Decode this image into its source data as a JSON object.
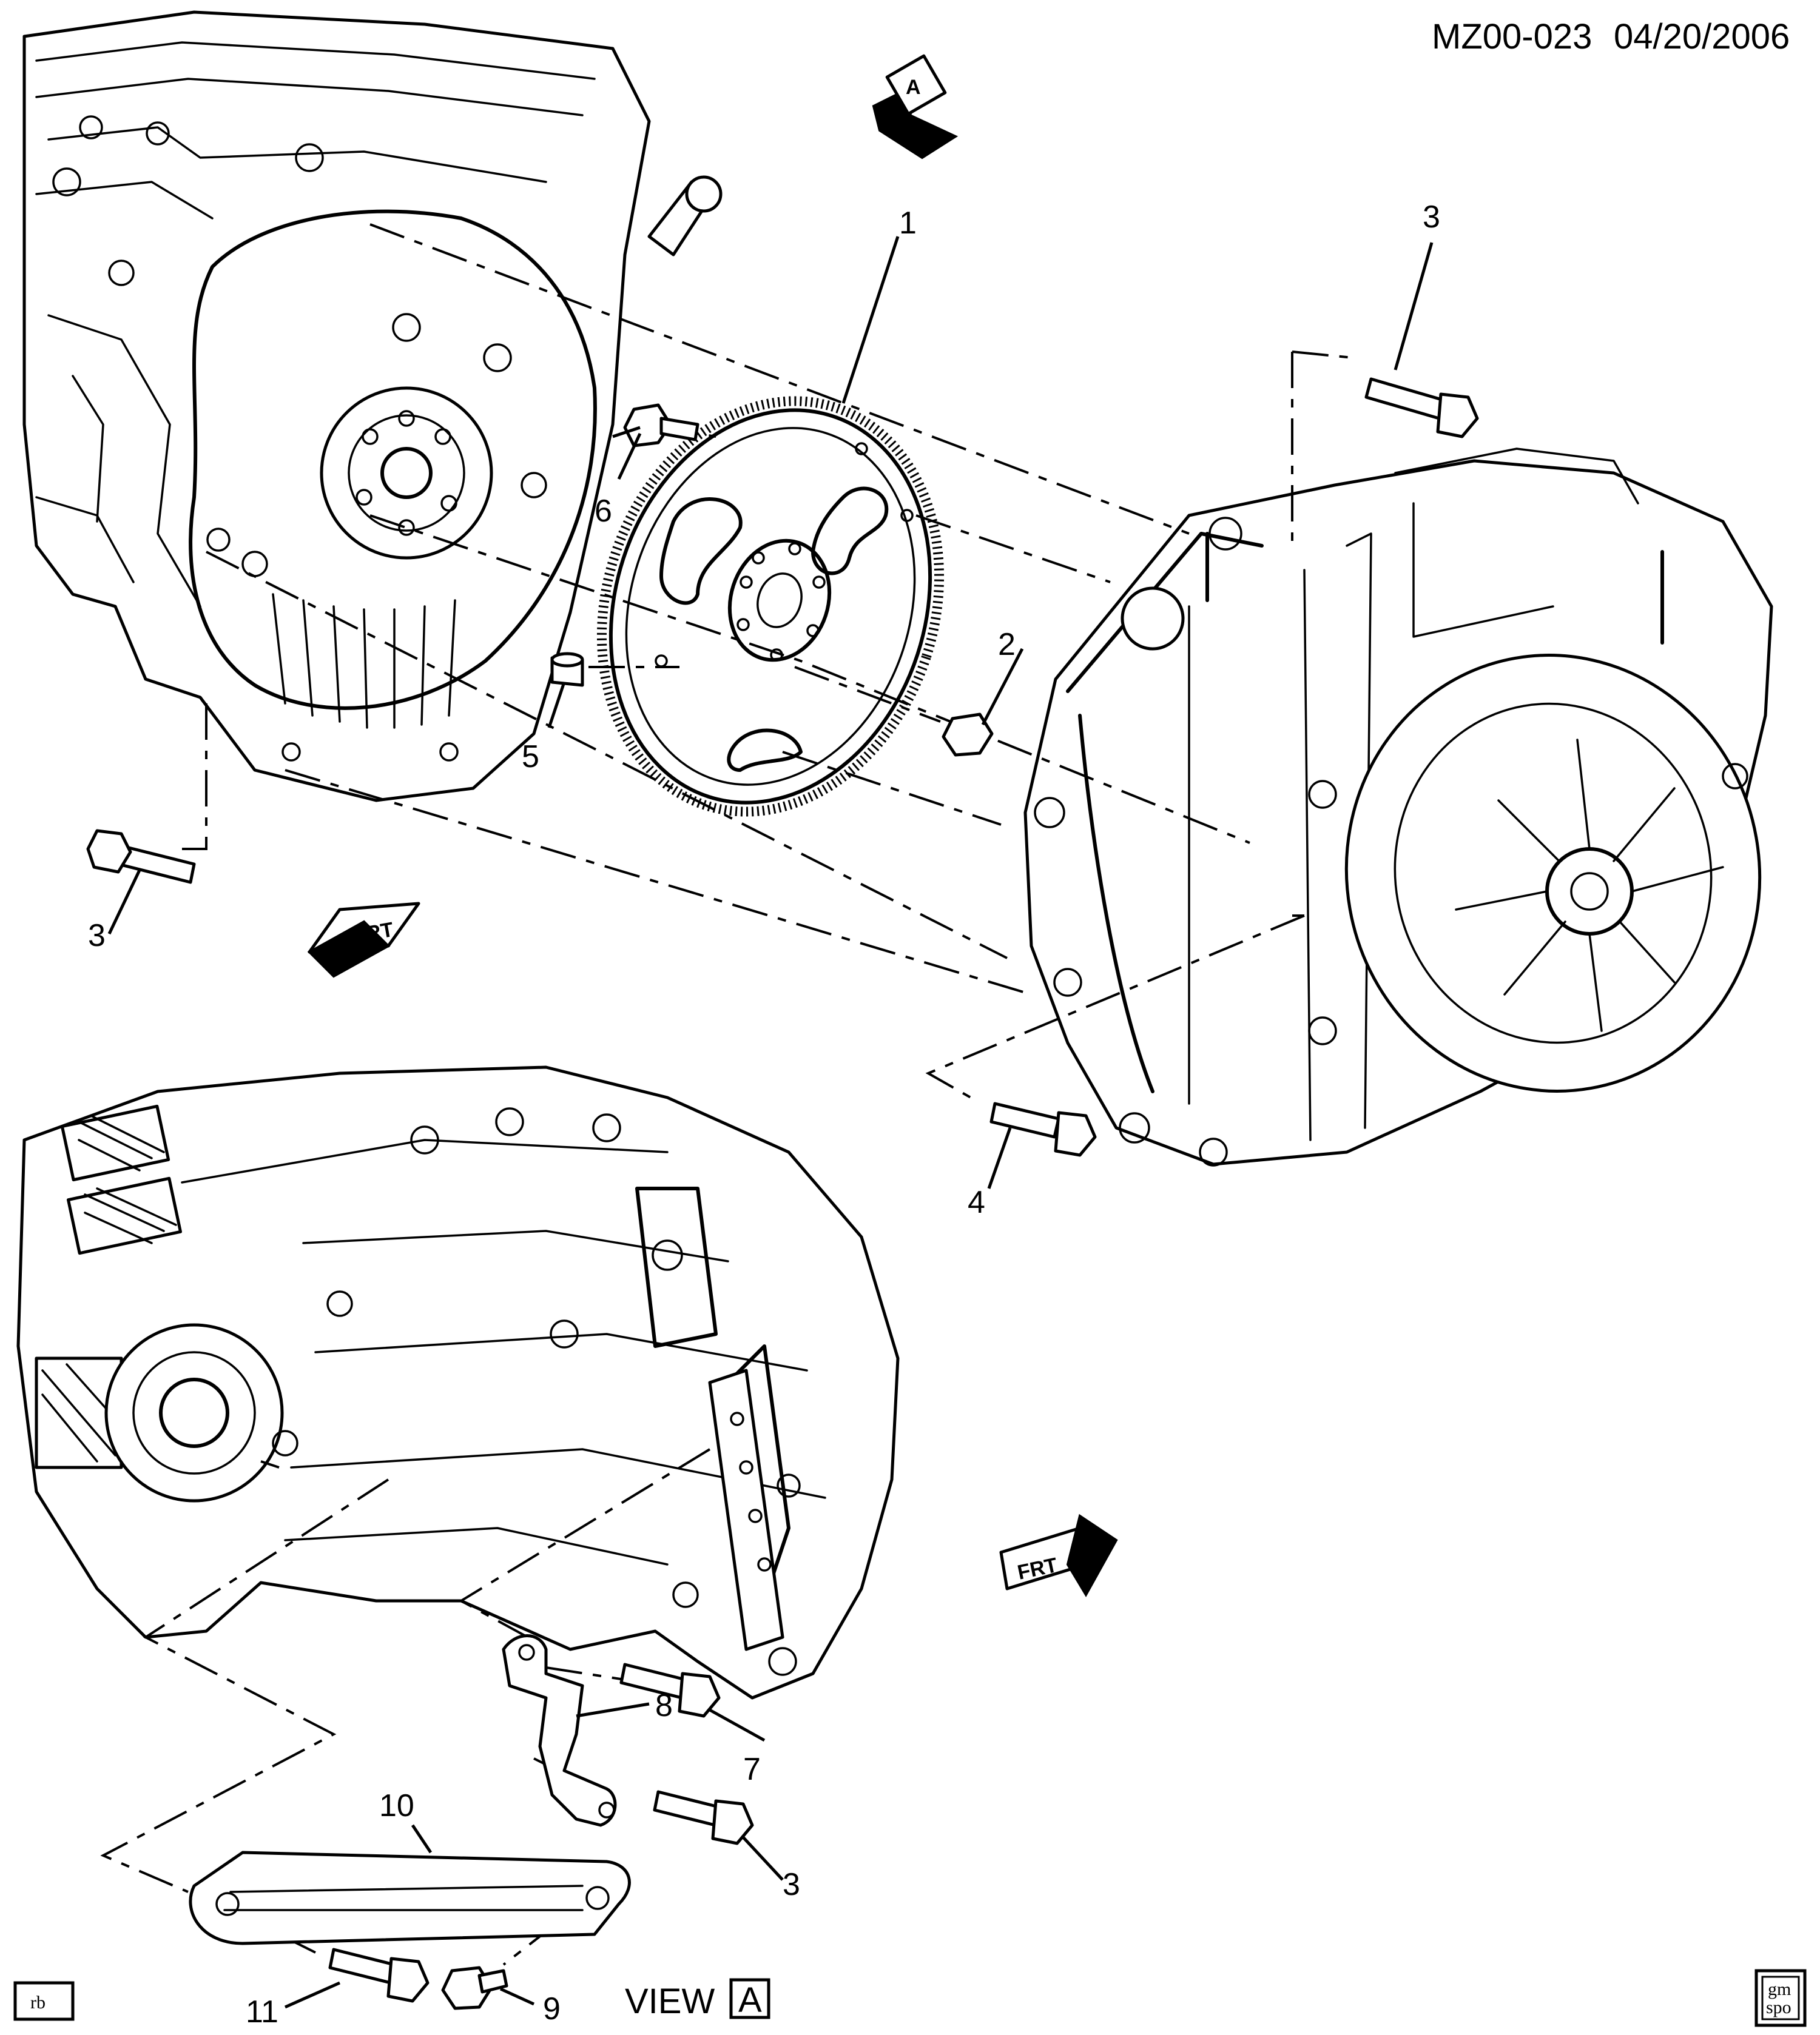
{
  "header": {
    "code": "MZ00-023",
    "date": "04/20/2006"
  },
  "view_marker": {
    "letter": "A",
    "view_text": "VIEW"
  },
  "front_indicator": {
    "text": "FRT"
  },
  "corner_tag": {
    "text": "rb"
  },
  "logo": {
    "line1": "gm",
    "line2": "spo"
  },
  "callouts": [
    {
      "id": "c1",
      "text": "1"
    },
    {
      "id": "c2",
      "text": "2"
    },
    {
      "id": "c3a",
      "text": "3"
    },
    {
      "id": "c3b",
      "text": "3"
    },
    {
      "id": "c3c",
      "text": "3"
    },
    {
      "id": "c4",
      "text": "4"
    },
    {
      "id": "c5",
      "text": "5"
    },
    {
      "id": "c6",
      "text": "6"
    },
    {
      "id": "c7",
      "text": "7"
    },
    {
      "id": "c8",
      "text": "8"
    },
    {
      "id": "c9",
      "text": "9"
    },
    {
      "id": "c10",
      "text": "10"
    },
    {
      "id": "c11",
      "text": "11"
    }
  ]
}
